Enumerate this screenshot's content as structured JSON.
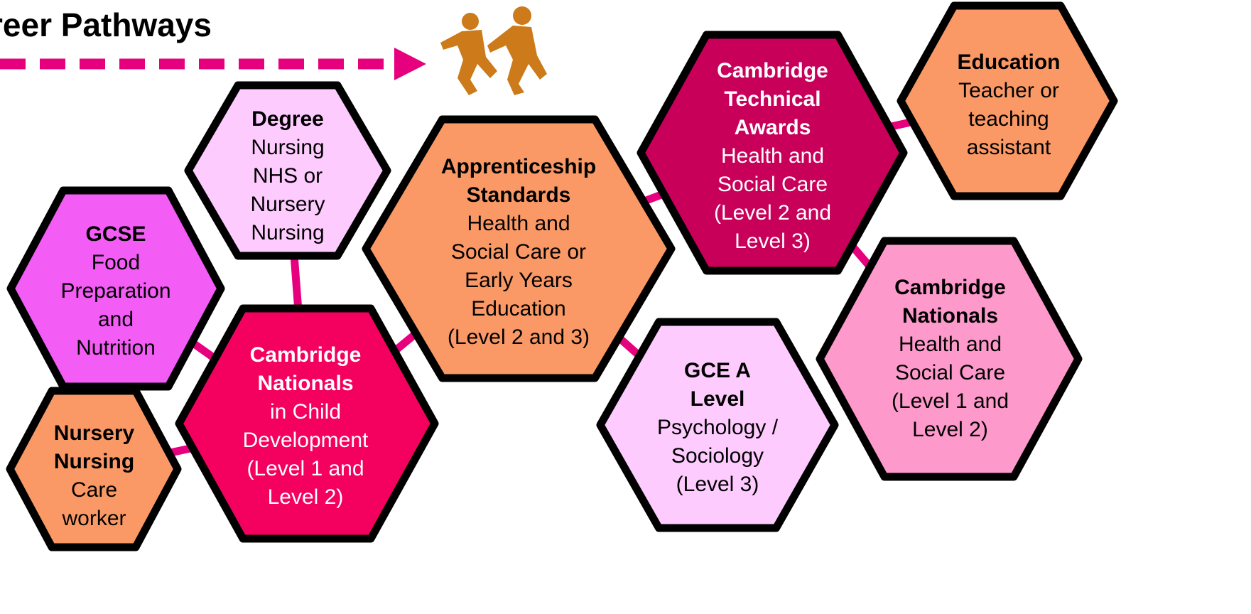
{
  "title": "reer Pathways",
  "colors": {
    "connector": "#e6007e",
    "arrow": "#e6007e",
    "outline": "#000000",
    "figure": "#cc7a1a"
  },
  "nodes": [
    {
      "id": "gcse",
      "heading": [
        "GCSE"
      ],
      "body": [
        "Food",
        "Preparation",
        "and",
        "Nutrition"
      ],
      "fill": "#f35cf5",
      "text_color": "#000000"
    },
    {
      "id": "degree",
      "heading": [
        "Degree"
      ],
      "body": [
        "Nursing",
        "NHS or",
        "Nursery",
        "Nursing"
      ],
      "fill": "#fdcbfd",
      "text_color": "#000000"
    },
    {
      "id": "nursery",
      "heading": [
        "Nursery",
        "Nursing"
      ],
      "body": [
        "Care",
        "worker"
      ],
      "fill": "#fa9966",
      "text_color": "#000000"
    },
    {
      "id": "cam_child",
      "heading": [
        "Cambridge",
        "Nationals"
      ],
      "body": [
        "in Child",
        "Development",
        "(Level 1 and",
        "Level 2)"
      ],
      "fill": "#f4005e",
      "text_color": "#ffffff"
    },
    {
      "id": "apprentice",
      "heading": [
        "Apprenticeship",
        "Standards"
      ],
      "body": [
        "Health and",
        "Social Care or",
        "Early Years",
        "Education",
        "(Level 2 and 3)"
      ],
      "fill": "#fa9966",
      "text_color": "#000000"
    },
    {
      "id": "cam_tech",
      "heading": [
        "Cambridge",
        "Technical",
        "Awards"
      ],
      "body": [
        "Health and",
        "Social Care",
        "(Level 2 and",
        "Level 3)"
      ],
      "fill": "#c8005a",
      "text_color": "#ffffff"
    },
    {
      "id": "education",
      "heading": [
        "Education"
      ],
      "body": [
        "Teacher or",
        "teaching",
        "assistant"
      ],
      "fill": "#fa9966",
      "text_color": "#000000"
    },
    {
      "id": "gce",
      "heading": [
        "GCE A",
        "Level"
      ],
      "body": [
        "Psychology /",
        "Sociology",
        "(Level 3)"
      ],
      "fill": "#fdcbfd",
      "text_color": "#000000"
    },
    {
      "id": "cam_hsc",
      "heading": [
        "Cambridge",
        "Nationals"
      ],
      "body": [
        "Health and",
        "Social Care",
        "(Level 1 and",
        "Level 2)"
      ],
      "fill": "#fd99cb",
      "text_color": "#000000"
    }
  ]
}
